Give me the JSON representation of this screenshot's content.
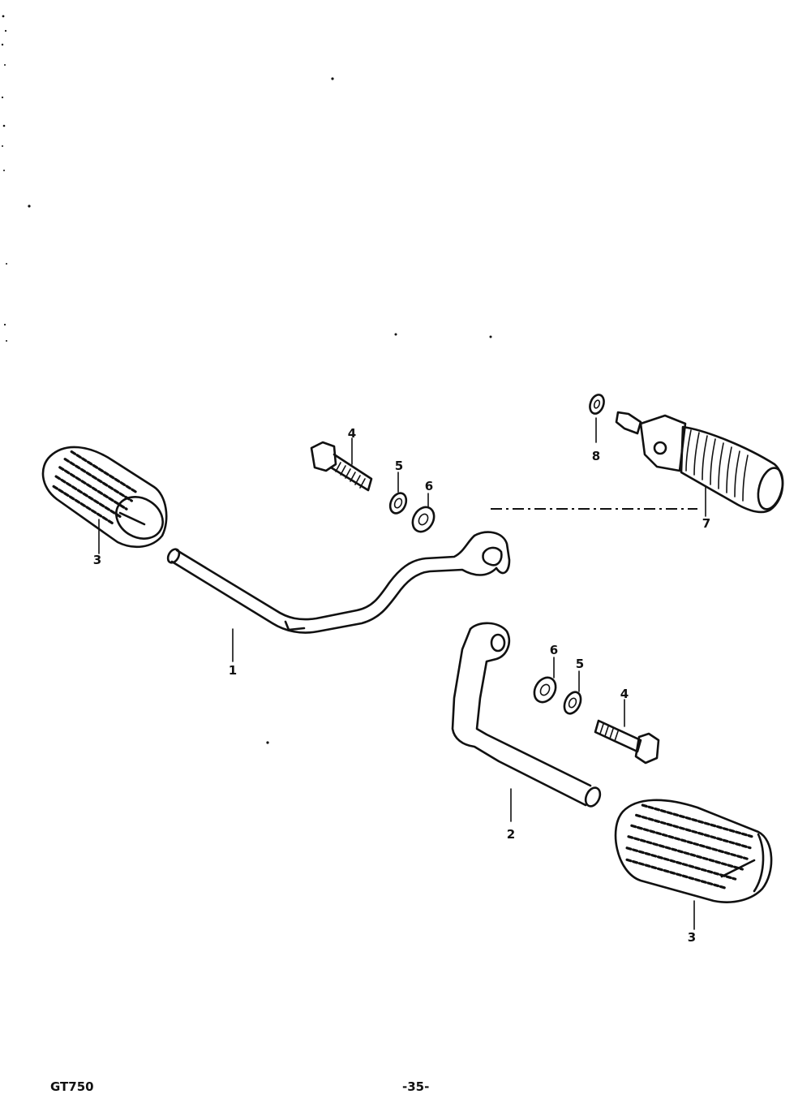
{
  "diagram": {
    "callouts": {
      "footrest_rubber_left": "3",
      "footrest_bar_left": "1",
      "bolt_upper": "4",
      "lock_washer_upper": "5",
      "washer_upper": "6",
      "footrest_assembly": "7",
      "washer_small": "8",
      "footrest_bar_right": "2",
      "washer_lower": "6",
      "lock_washer_lower": "5",
      "bolt_lower": "4",
      "footrest_rubber_right": "3"
    }
  },
  "footer": {
    "model": "GT750",
    "page_number": "-35-"
  }
}
